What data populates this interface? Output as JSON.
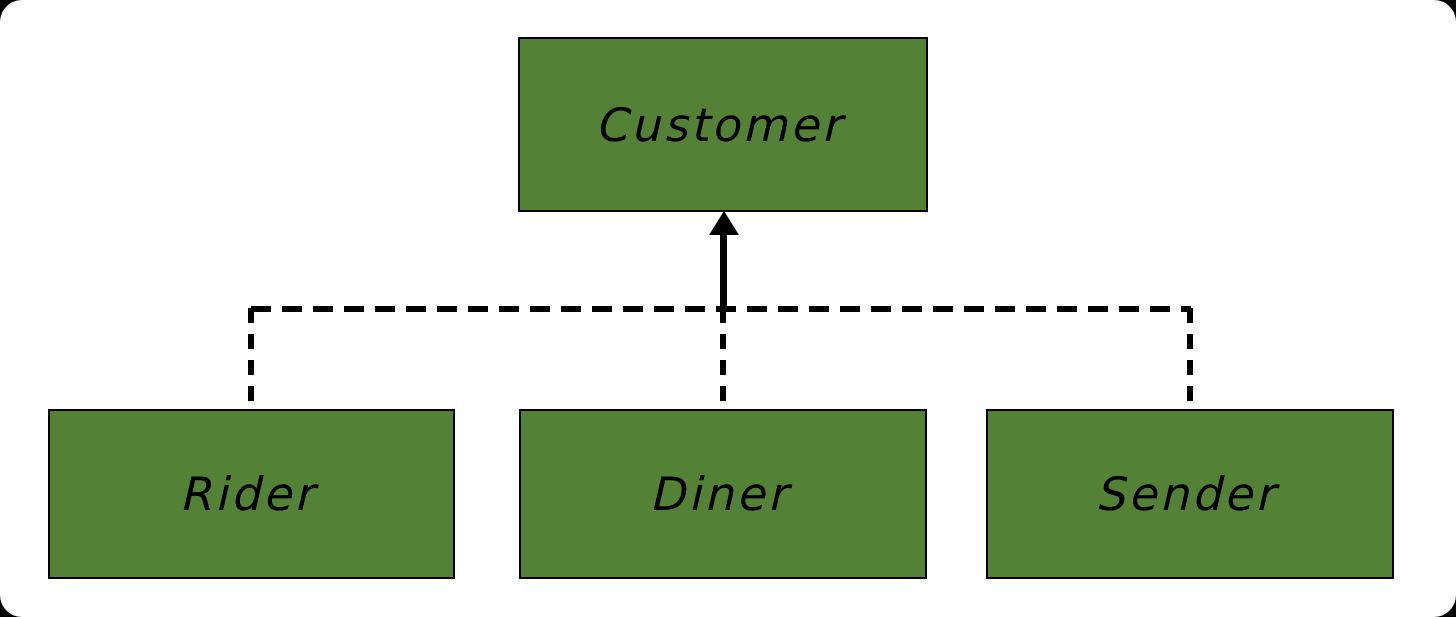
{
  "diagram": {
    "type": "hierarchy",
    "nodes": [
      {
        "id": "customer",
        "label": "Customer",
        "role": "parent"
      },
      {
        "id": "rider",
        "label": "Rider",
        "role": "child"
      },
      {
        "id": "diner",
        "label": "Diner",
        "role": "child"
      },
      {
        "id": "sender",
        "label": "Sender",
        "role": "child"
      }
    ],
    "edges": [
      {
        "from": "rider",
        "to": "customer",
        "style": "dashed",
        "arrow": "shared-solid-arrowhead-into-customer"
      },
      {
        "from": "diner",
        "to": "customer",
        "style": "dashed",
        "arrow": "shared-solid-arrowhead-into-customer"
      },
      {
        "from": "sender",
        "to": "customer",
        "style": "dashed",
        "arrow": "shared-solid-arrowhead-into-customer"
      }
    ],
    "colors": {
      "node_fill": "#538135",
      "node_border": "#000000",
      "line": "#000000",
      "text": "#000000",
      "canvas_background": "#ffffff",
      "outer_background": "#000000"
    }
  }
}
